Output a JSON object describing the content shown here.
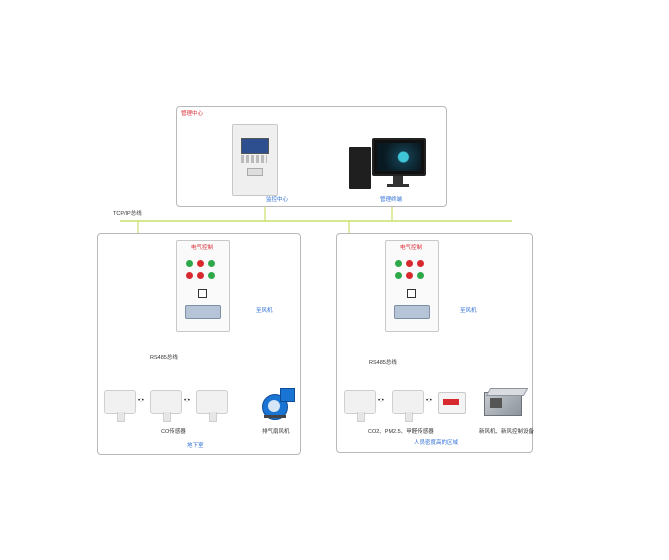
{
  "top": {
    "title": "管理中心",
    "controller_label": "监控中心",
    "pc_label": "管理终端"
  },
  "bus_label": "TCP/IP总线",
  "left": {
    "cabinet_title": "电气控制",
    "exhaust_label": "至风机",
    "wire_label": "RS485总线",
    "sensor_label": "CO传感器",
    "fan_label": "排气扇风机",
    "zone_label": "地下室"
  },
  "right": {
    "cabinet_title": "电气控制",
    "exhaust_label": "至风机",
    "wire_label": "RS485总线",
    "sensor_label": "CO2、PM2.5、甲醛传感器",
    "unit_label": "新风机、新风控制设备",
    "zone_label": "人员密度高的区域"
  },
  "colors": {
    "bus": "#c8e06a",
    "wire": "#333333",
    "power": "#d8292f",
    "green_btn": "#2fa84a",
    "red_btn": "#d8292f"
  }
}
